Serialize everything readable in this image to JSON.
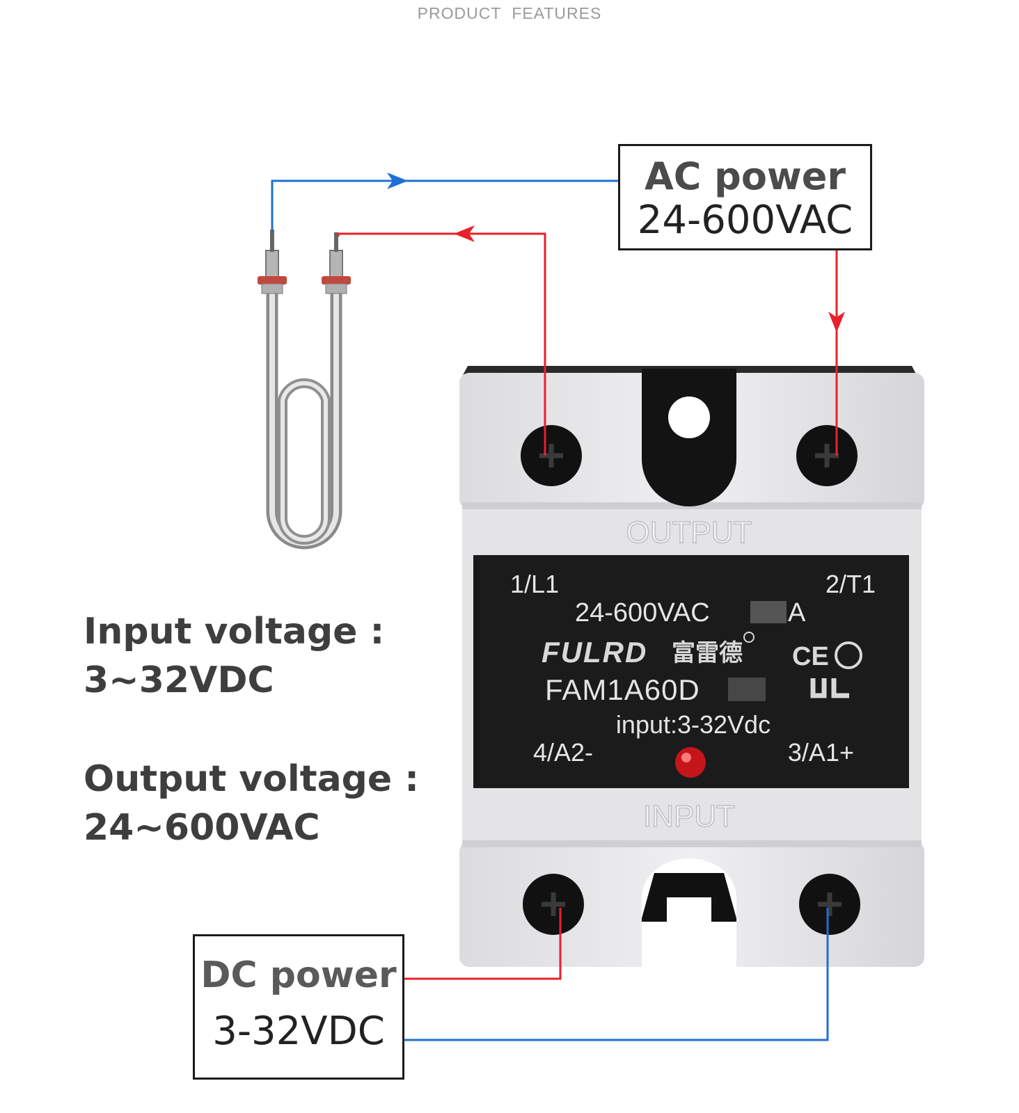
{
  "header": {
    "title": "PRODUCT  FEATURES"
  },
  "ac_power": {
    "label": "AC power",
    "value": "24-600VAC"
  },
  "dc_power": {
    "label": "DC power",
    "value": "3-32VDC"
  },
  "specs": {
    "input_label": "Input voltage :",
    "input_value": "3~32VDC",
    "output_label": "Output voltage :",
    "output_value": "24~600VAC"
  },
  "relay": {
    "output_label": "OUTPUT",
    "input_label": "INPUT",
    "terminal_1": "1/L1",
    "terminal_2": "2/T1",
    "terminal_3": "3/A1+",
    "terminal_4": "4/A2-",
    "rating": "24-600VAC",
    "rating_unit": "A",
    "brand": "FULRD",
    "brand_cn": "富雷德",
    "model": "FAM1A60D",
    "input_spec": "input:3-32Vdc",
    "cert_ce": "CE"
  },
  "colors": {
    "wire_positive": "#e8212a",
    "wire_negative": "#1f6fd6",
    "relay_body": "#e9e9ec",
    "label_panel": "#1d1d1d"
  }
}
